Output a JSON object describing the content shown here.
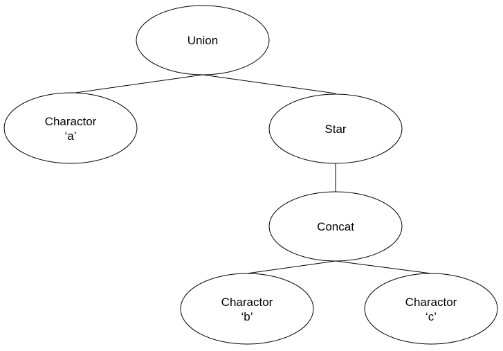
{
  "nodes": {
    "union": {
      "lines": [
        "Union"
      ]
    },
    "char_a": {
      "lines": [
        "Charactor",
        "‘a’"
      ]
    },
    "star": {
      "lines": [
        "Star"
      ]
    },
    "concat": {
      "lines": [
        "Concat"
      ]
    },
    "char_b": {
      "lines": [
        "Charactor",
        "‘b’"
      ]
    },
    "char_c": {
      "lines": [
        "Charactor",
        "‘c’"
      ]
    }
  },
  "edges": [
    {
      "from": "union",
      "to": "char_a"
    },
    {
      "from": "union",
      "to": "star"
    },
    {
      "from": "star",
      "to": "concat"
    },
    {
      "from": "concat",
      "to": "char_b"
    },
    {
      "from": "concat",
      "to": "char_c"
    }
  ]
}
